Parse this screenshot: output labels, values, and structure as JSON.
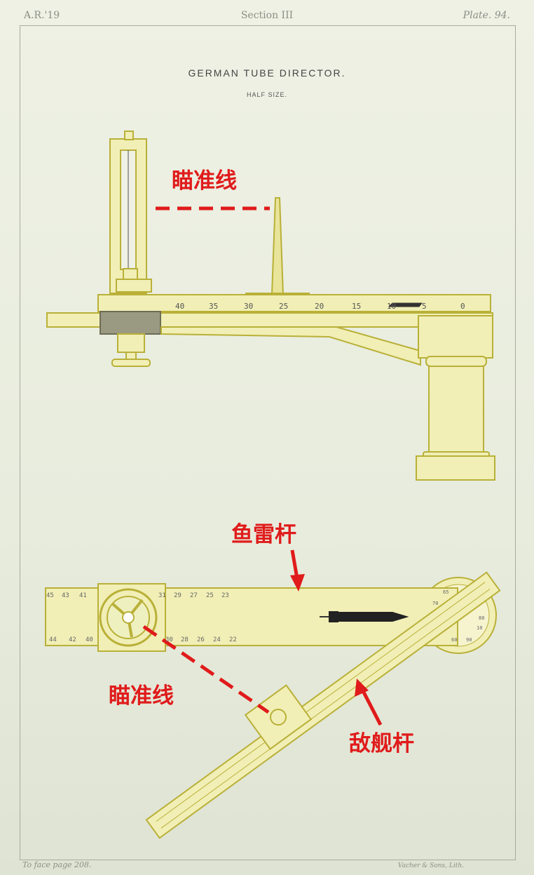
{
  "header": {
    "left": "A.R.'19",
    "center": "Section III",
    "right": "Plate. 94."
  },
  "title": "GERMAN TUBE DIRECTOR.",
  "subtitle": "HALF SIZE.",
  "annotations": {
    "sight_line_top": "瞄准线",
    "torpedo_bar": "鱼雷杆",
    "sight_line_bottom": "瞄准线",
    "enemy_ship_bar": "敌舰杆"
  },
  "scale": {
    "side_view_ticks": [
      "40",
      "35",
      "30",
      "25",
      "20",
      "15",
      "10",
      "5",
      "0"
    ],
    "plan_top_row": [
      "45",
      "43",
      "41",
      "31",
      "29",
      "27",
      "25",
      "23"
    ],
    "plan_bottom_row": [
      "44",
      "42",
      "40",
      "30",
      "28",
      "26",
      "24",
      "22"
    ],
    "dial": [
      "60",
      "65",
      "70",
      "80",
      "90",
      "10"
    ]
  },
  "footer": {
    "left": "To face page 208.",
    "right": "Vacher & Sons, Lith."
  },
  "colors": {
    "annotation": "#e01b1b",
    "brass_outline": "#b9b038",
    "brass_fill": "#f1efb6"
  }
}
